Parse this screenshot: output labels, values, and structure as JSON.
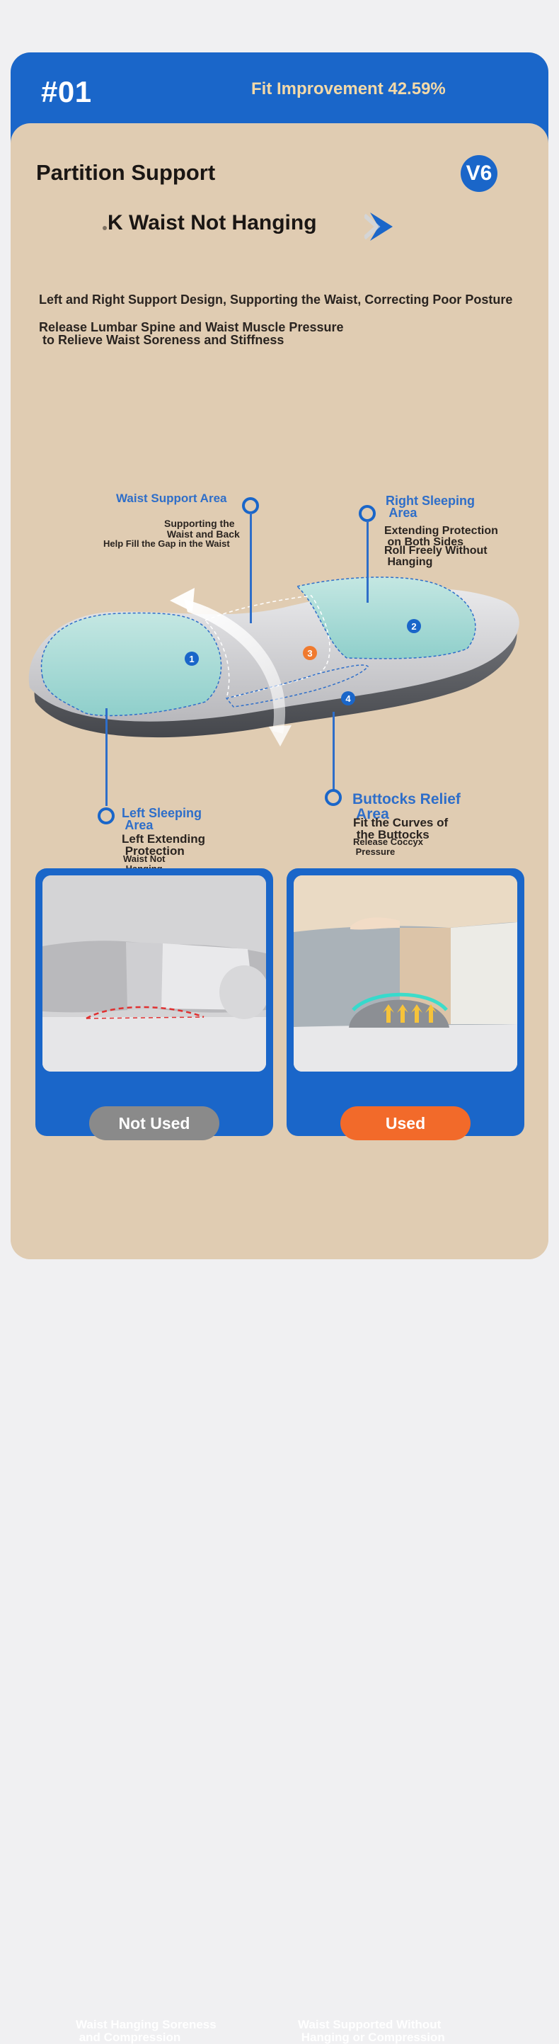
{
  "header": {
    "number": "#01",
    "stat": "Fit Improvement 42.59%"
  },
  "intro": {
    "title": "Partition Support",
    "badge": "V6",
    "subtitle": "K Waist Not Hanging",
    "desc1": "Left and Right Support Design, Supporting the Waist, Correcting Poor Posture",
    "desc2": "Release Lumbar Spine and Waist Muscle Pressure\n to Relieve Waist Soreness and Stiffness"
  },
  "diagram": {
    "markers": [
      "1",
      "2",
      "3",
      "4"
    ],
    "waist": {
      "title": "Waist Support Area",
      "line1": "Supporting the\n Waist and Back",
      "line2": "Help Fill the Gap in the Waist"
    },
    "right": {
      "title": "Right Sleeping\n Area",
      "line1": "Extending Protection\n on Both Sides",
      "line2": "Roll Freely Without\n Hanging"
    },
    "left": {
      "title": "Left Sleeping\n Area",
      "line1": "Left Extending\n Protection",
      "line2": "Waist Not\n Hanging"
    },
    "buttocks": {
      "title": "Buttocks Relief\n Area",
      "line1": "Fit the Curves of\n the Buttocks",
      "line2": "Release Coccyx\n Pressure"
    }
  },
  "comparison": {
    "before": {
      "label": "Not Used",
      "caption": "Waist Hanging Soreness\n and Compression",
      "color": "#8a8a8a"
    },
    "after": {
      "label": "Used",
      "caption": "Waist Supported Without\n Hanging or Compression",
      "color": "#f26a2a"
    }
  },
  "colors": {
    "brand_blue": "#1a66c9",
    "card_bg": "#e0ccb2",
    "accent_gold": "#f3d9a8",
    "zone_teal": "#a6dcd8",
    "marker_orange": "#f07a2e"
  }
}
